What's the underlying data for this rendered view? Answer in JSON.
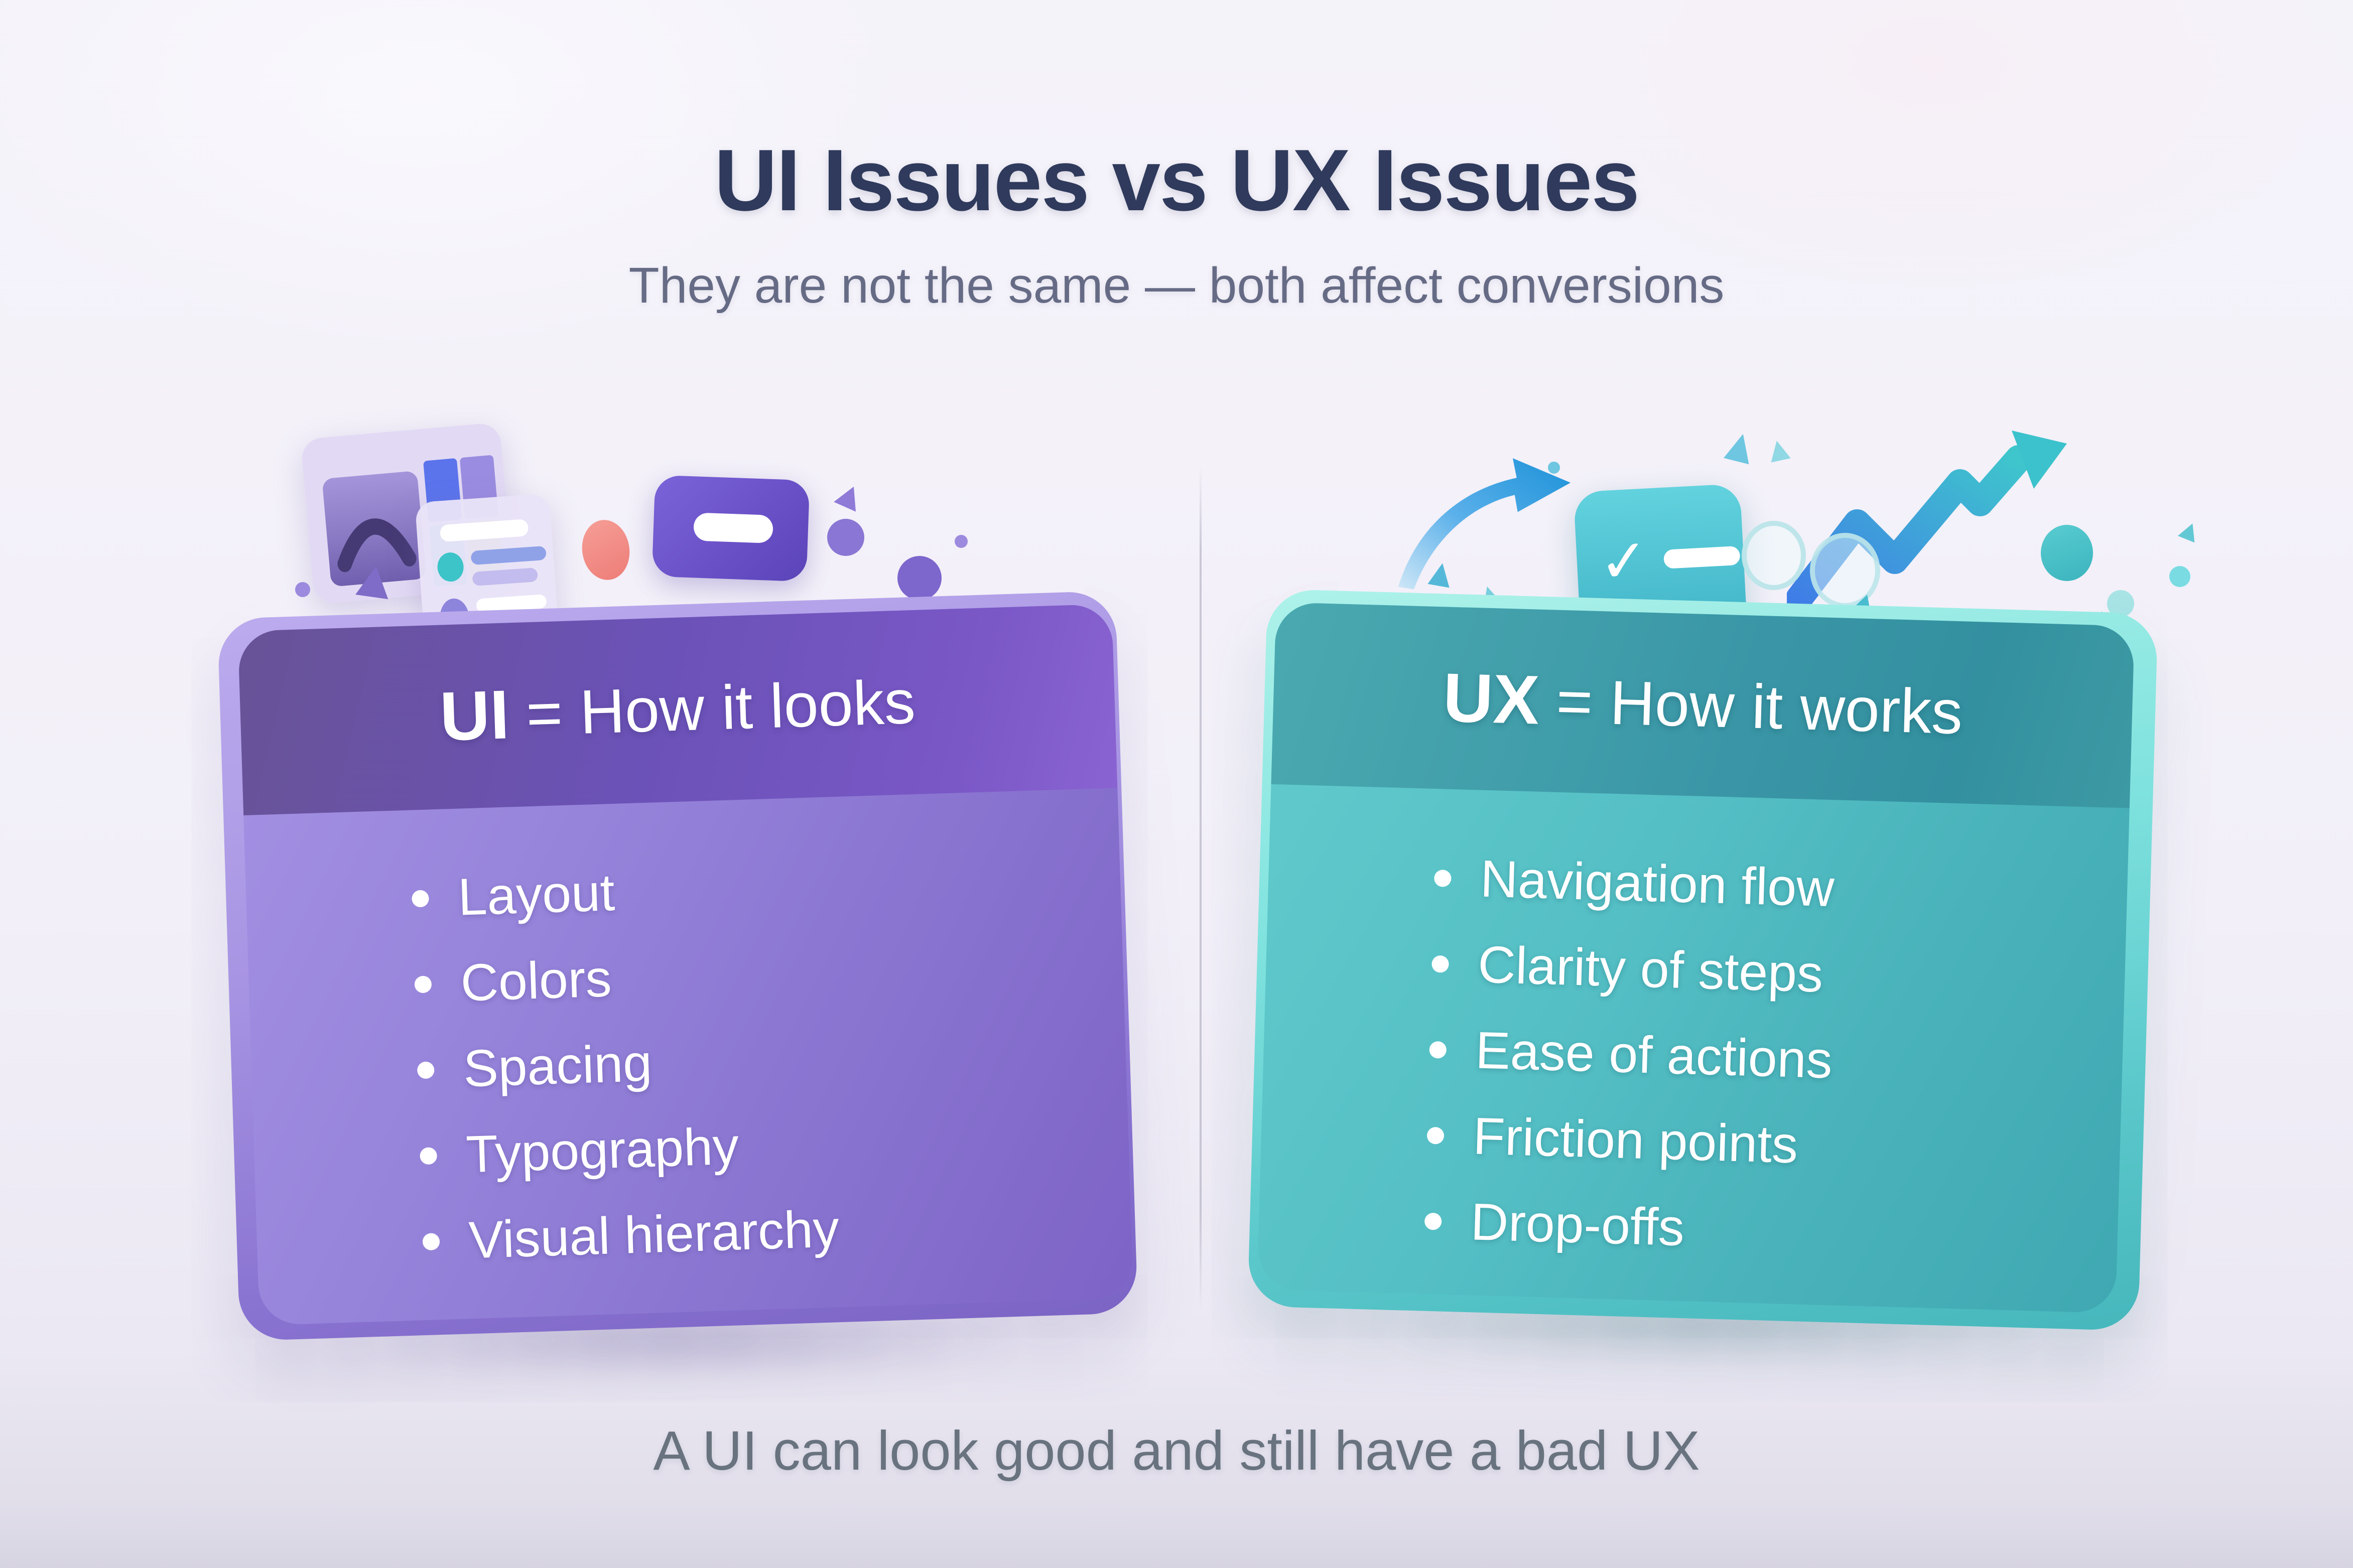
{
  "page": {
    "title": "UI Issues vs UX Issues",
    "subtitle": "They are not the same — both affect conversions",
    "footer": "A UI can look good and still have a bad UX"
  },
  "cards": {
    "ui": {
      "heading_prefix": "UI",
      "heading_rest": "= How it looks",
      "items": [
        "Layout",
        "Colors",
        "Spacing",
        "Typography",
        "Visual hierarchy"
      ]
    },
    "ux": {
      "heading_prefix": "UX",
      "heading_rest": "= How it works",
      "items": [
        "Navigation flow",
        "Clarity of steps",
        "Ease of actions",
        "Friction points",
        "Drop-offs"
      ]
    }
  },
  "icons": {
    "check": "✓",
    "left": [
      "color-palette-icon",
      "form-mockup-icon",
      "red-dot-icon",
      "button-mockup-icon"
    ],
    "right": [
      "swoosh-arrow-icon",
      "checklist-icon",
      "growth-arrow-icon"
    ]
  },
  "colors": {
    "background": "#f2eff8",
    "title_text": "#2f3a5c",
    "subtitle_text": "#666b85",
    "footer_text": "#68737f",
    "card_text": "#ffffff",
    "ui_header": "#6b52b8",
    "ui_body": "#8f7cd6",
    "ui_edge": "#b2a2ea",
    "ux_header": "#3795a6",
    "ux_body": "#4db9c0",
    "ux_edge": "#87e8e0",
    "accent_red": "#ee7d78",
    "accent_blue": "#2d9de0",
    "accent_teal": "#3cc2cc",
    "swatches": [
      "#5b74ec",
      "#9a8ce0",
      "#3ed0c0",
      "#c6d94e"
    ]
  }
}
